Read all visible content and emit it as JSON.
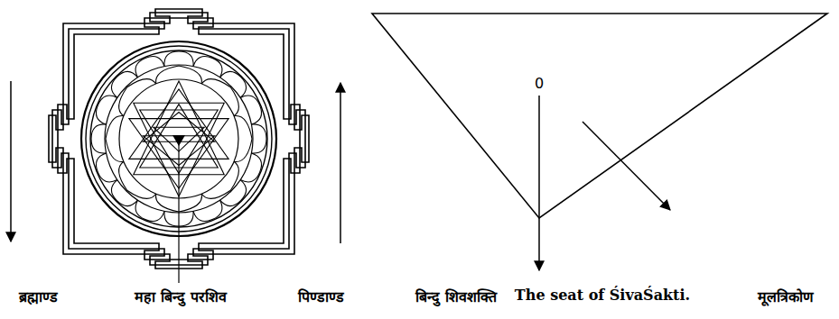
{
  "diagram": {
    "nodes": [
      {
        "text": [
          "0"
        ]
      }
    ],
    "labels": [
      "ब्रह्माण्ड",
      "महा बिन्दु परशिव",
      "पिण्डाण्ड",
      "बिन्दु शिवशक्ति",
      "The seat of ŚivaŚakti.",
      "मूलत्रिकोण"
    ]
  }
}
